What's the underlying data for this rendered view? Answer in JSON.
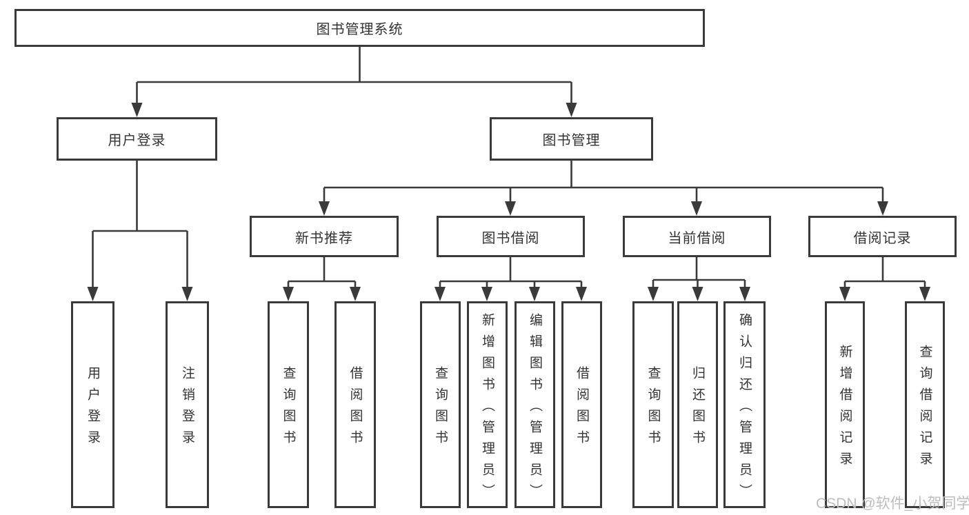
{
  "diagram_title": "图书管理系统",
  "nodes": {
    "root": "图书管理系统",
    "user_login": "用户登录",
    "book_mgmt": "图书管理",
    "new_book_rec": "新书推荐",
    "book_borrow": "图书借阅",
    "current_borrow": "当前借阅",
    "borrow_record": "借阅记录",
    "ul_user_login": "用户登录",
    "ul_logout": "注销登录",
    "nbr_query_book": "查询图书",
    "nbr_borrow_book": "借阅图书",
    "bb_query_book": "查询图书",
    "bb_add_book": "新增图书（管理员）",
    "bb_edit_book": "编辑图书（管理员）",
    "bb_borrow_book": "借阅图书",
    "cb_query_book": "查询图书",
    "cb_return_book": "归还图书",
    "cb_confirm_return": "确认归还（管理员）",
    "br_add_record": "新增借阅记录",
    "br_query_record": "查询借阅记录"
  },
  "structure": {
    "root": [
      "user_login",
      "book_mgmt"
    ],
    "user_login": [
      "ul_user_login",
      "ul_logout"
    ],
    "book_mgmt": [
      "new_book_rec",
      "book_borrow",
      "current_borrow",
      "borrow_record"
    ],
    "new_book_rec": [
      "nbr_query_book",
      "nbr_borrow_book"
    ],
    "book_borrow": [
      "bb_query_book",
      "bb_add_book",
      "bb_edit_book",
      "bb_borrow_book"
    ],
    "current_borrow": [
      "cb_query_book",
      "cb_return_book",
      "cb_confirm_return"
    ],
    "borrow_record": [
      "br_add_record",
      "br_query_record"
    ]
  },
  "watermark": "CSDN @软件_小贺同学",
  "colors": {
    "line": "#3a3a3a",
    "text": "#333333",
    "background": "#ffffff",
    "watermark": "#bdbdbd"
  }
}
